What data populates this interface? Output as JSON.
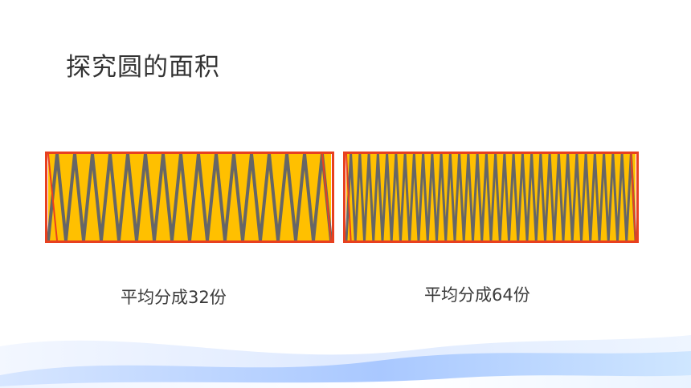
{
  "slide": {
    "title": "探究圆的面积",
    "captions": [
      "平均分成32份",
      "平均分成64份"
    ]
  },
  "strips": [
    {
      "pieces": 32,
      "caption_index": 0
    },
    {
      "pieces": 64,
      "caption_index": 1
    }
  ],
  "colors": {
    "fill": "#ffc000",
    "divider": "#666666",
    "border": "#e8401f",
    "wave_light": "#eaf2ff",
    "wave_mid": "#cfe0ff",
    "wave_deep": "#a9c8ff"
  }
}
